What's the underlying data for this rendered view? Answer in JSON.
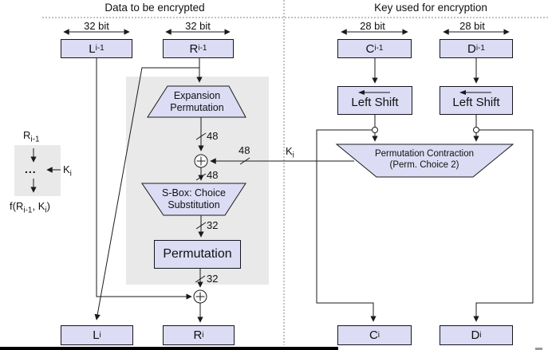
{
  "section_titles": {
    "left": "Data to be encrypted",
    "right": "Key used for encryption"
  },
  "bit_widths": {
    "l_prev": "32 bit",
    "r_prev": "32 bit",
    "c_prev": "28 bit",
    "d_prev": "28 bit"
  },
  "registers": {
    "l_prev": {
      "base": "L",
      "sub": "i-1"
    },
    "r_prev": {
      "base": "R",
      "sub": "i-1"
    },
    "c_prev": {
      "base": "C",
      "sub": "i-1"
    },
    "d_prev": {
      "base": "D",
      "sub": "i-1"
    },
    "l_next": {
      "base": "L",
      "sub": "i"
    },
    "r_next": {
      "base": "R",
      "sub": "i"
    },
    "c_next": {
      "base": "C",
      "sub": "i"
    },
    "d_next": {
      "base": "D",
      "sub": "i"
    }
  },
  "operations": {
    "expansion": {
      "line1": "Expansion",
      "line2": "Permutation"
    },
    "sbox": {
      "line1": "S-Box: Choice",
      "line2": "Substitution"
    },
    "permutation": "Permutation",
    "left_shift_c": "Left Shift",
    "left_shift_d": "Left Shift",
    "perm_contraction": {
      "line1": "Permutation Contraction",
      "line2": "(Perm. Choice 2)"
    }
  },
  "wire_labels": {
    "expansion_out": "48",
    "subkey_in": "48",
    "xor_out": "48",
    "sbox_out": "32",
    "permutation_out": "32",
    "k": {
      "base": "K",
      "sub": "i"
    }
  },
  "legend": {
    "input": {
      "base": "R",
      "sub": "i-1"
    },
    "dots": "...",
    "key": {
      "base": "K",
      "sub": "i"
    },
    "output": {
      "p1": "f(R",
      "p2": "i-1",
      "p3": ", K",
      "p4": "i",
      "p5": ")"
    }
  },
  "colors": {
    "register_fill": "#dcdcf4",
    "panel_fill": "#e9e9e9",
    "wire": "#1a1a1a",
    "divider": "#858585"
  }
}
